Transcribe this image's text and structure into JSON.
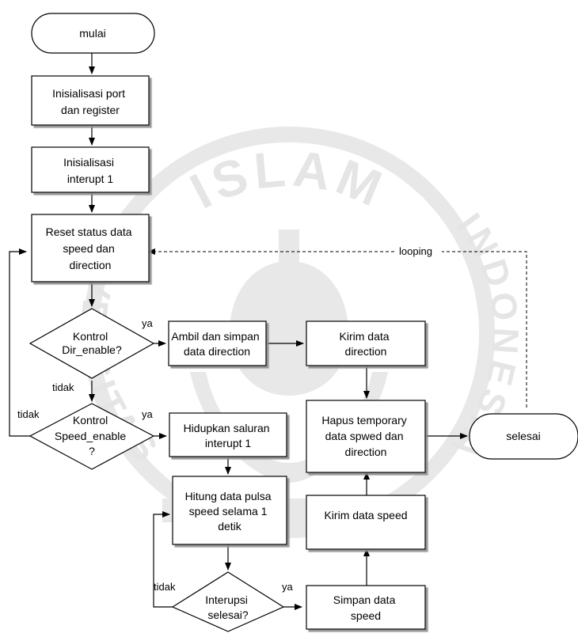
{
  "watermark": {
    "top_text": "ISLAM",
    "left_text": "UNIVERSITAS",
    "right_text": "INDONESIA"
  },
  "nodes": {
    "start": [
      "mulai"
    ],
    "init_port": [
      "Inisialisasi port",
      "dan register"
    ],
    "init_interrupt": [
      "Inisialisasi",
      "interupt 1"
    ],
    "reset_status": [
      "Reset status data",
      "speed dan",
      "direction"
    ],
    "decision_dir": [
      "Kontrol",
      "Dir_enable?"
    ],
    "decision_speed": [
      "Kontrol",
      "Speed_enable",
      "?"
    ],
    "take_store_direction": [
      "Ambil dan simpan",
      "data direction"
    ],
    "send_direction": [
      "Kirim data",
      "direction"
    ],
    "enable_interrupt": [
      "Hidupkan saluran",
      "interupt 1"
    ],
    "count_pulses": [
      "Hitung data pulsa",
      "speed selama 1",
      "detik"
    ],
    "decision_interrupt": [
      "Interupsi",
      "selesai?"
    ],
    "store_speed": [
      "Simpan data",
      "speed"
    ],
    "send_speed": [
      "Kirim data speed"
    ],
    "clear_temp": [
      "Hapus temporary",
      "data spwed dan",
      "direction"
    ],
    "end": [
      "selesai"
    ]
  },
  "edge_labels": {
    "dir_yes": "ya",
    "dir_no": "tidak",
    "speed_yes": "ya",
    "speed_no": "tidak",
    "interrupt_yes": "ya",
    "interrupt_no": "tidak",
    "loop": "looping"
  }
}
